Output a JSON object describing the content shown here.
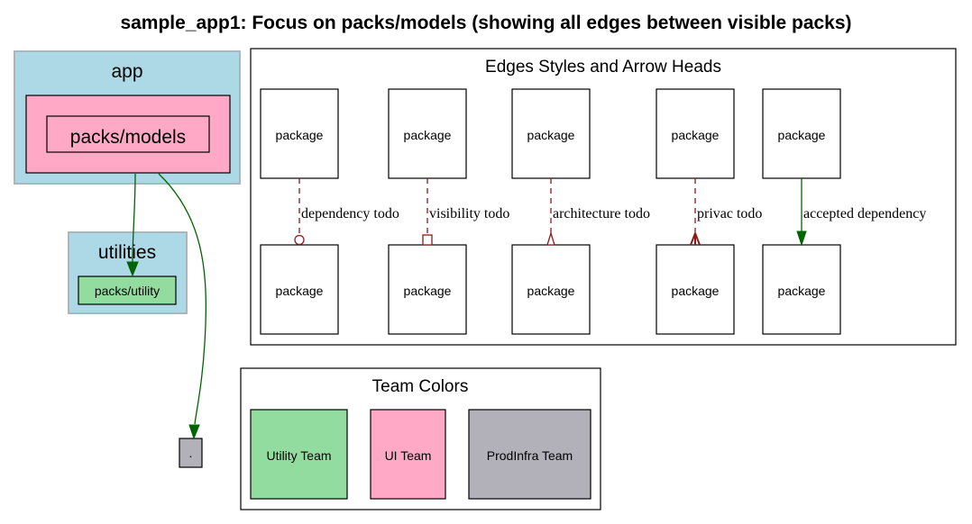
{
  "title": "sample_app1: Focus on packs/models (showing all edges between visible packs)",
  "clusters": {
    "app": {
      "label": "app",
      "node": "packs/models"
    },
    "utilities": {
      "label": "utilities",
      "node": "packs/utility"
    },
    "root_node": "."
  },
  "legend_edges": {
    "title": "Edges Styles and Arrow Heads",
    "node_label": "package",
    "edges": [
      {
        "label": "dependency todo",
        "style": "dashed",
        "head": "odot",
        "color": "#8b1a1a"
      },
      {
        "label": "visibility todo",
        "style": "dashed",
        "head": "obox",
        "color": "#8b1a1a"
      },
      {
        "label": "architecture todo",
        "style": "dashed",
        "head": "onormal-half",
        "color": "#8b1a1a"
      },
      {
        "label": "privac todo",
        "style": "dashed",
        "head": "crow",
        "color": "#8b1a1a"
      },
      {
        "label": "accepted dependency",
        "style": "solid",
        "head": "normal",
        "color": "#006400"
      }
    ]
  },
  "legend_teams": {
    "title": "Team Colors",
    "teams": [
      {
        "label": "Utility Team",
        "color": "#93dc9f"
      },
      {
        "label": "UI Team",
        "color": "#ffa9c6"
      },
      {
        "label": "ProdInfra Team",
        "color": "#b2b1ba"
      }
    ]
  },
  "colors": {
    "cluster_fill": "#add8e6",
    "cluster_border": "#a9b8c0",
    "accepted_edge": "#006400",
    "todo_edge": "#8b1a1a"
  }
}
